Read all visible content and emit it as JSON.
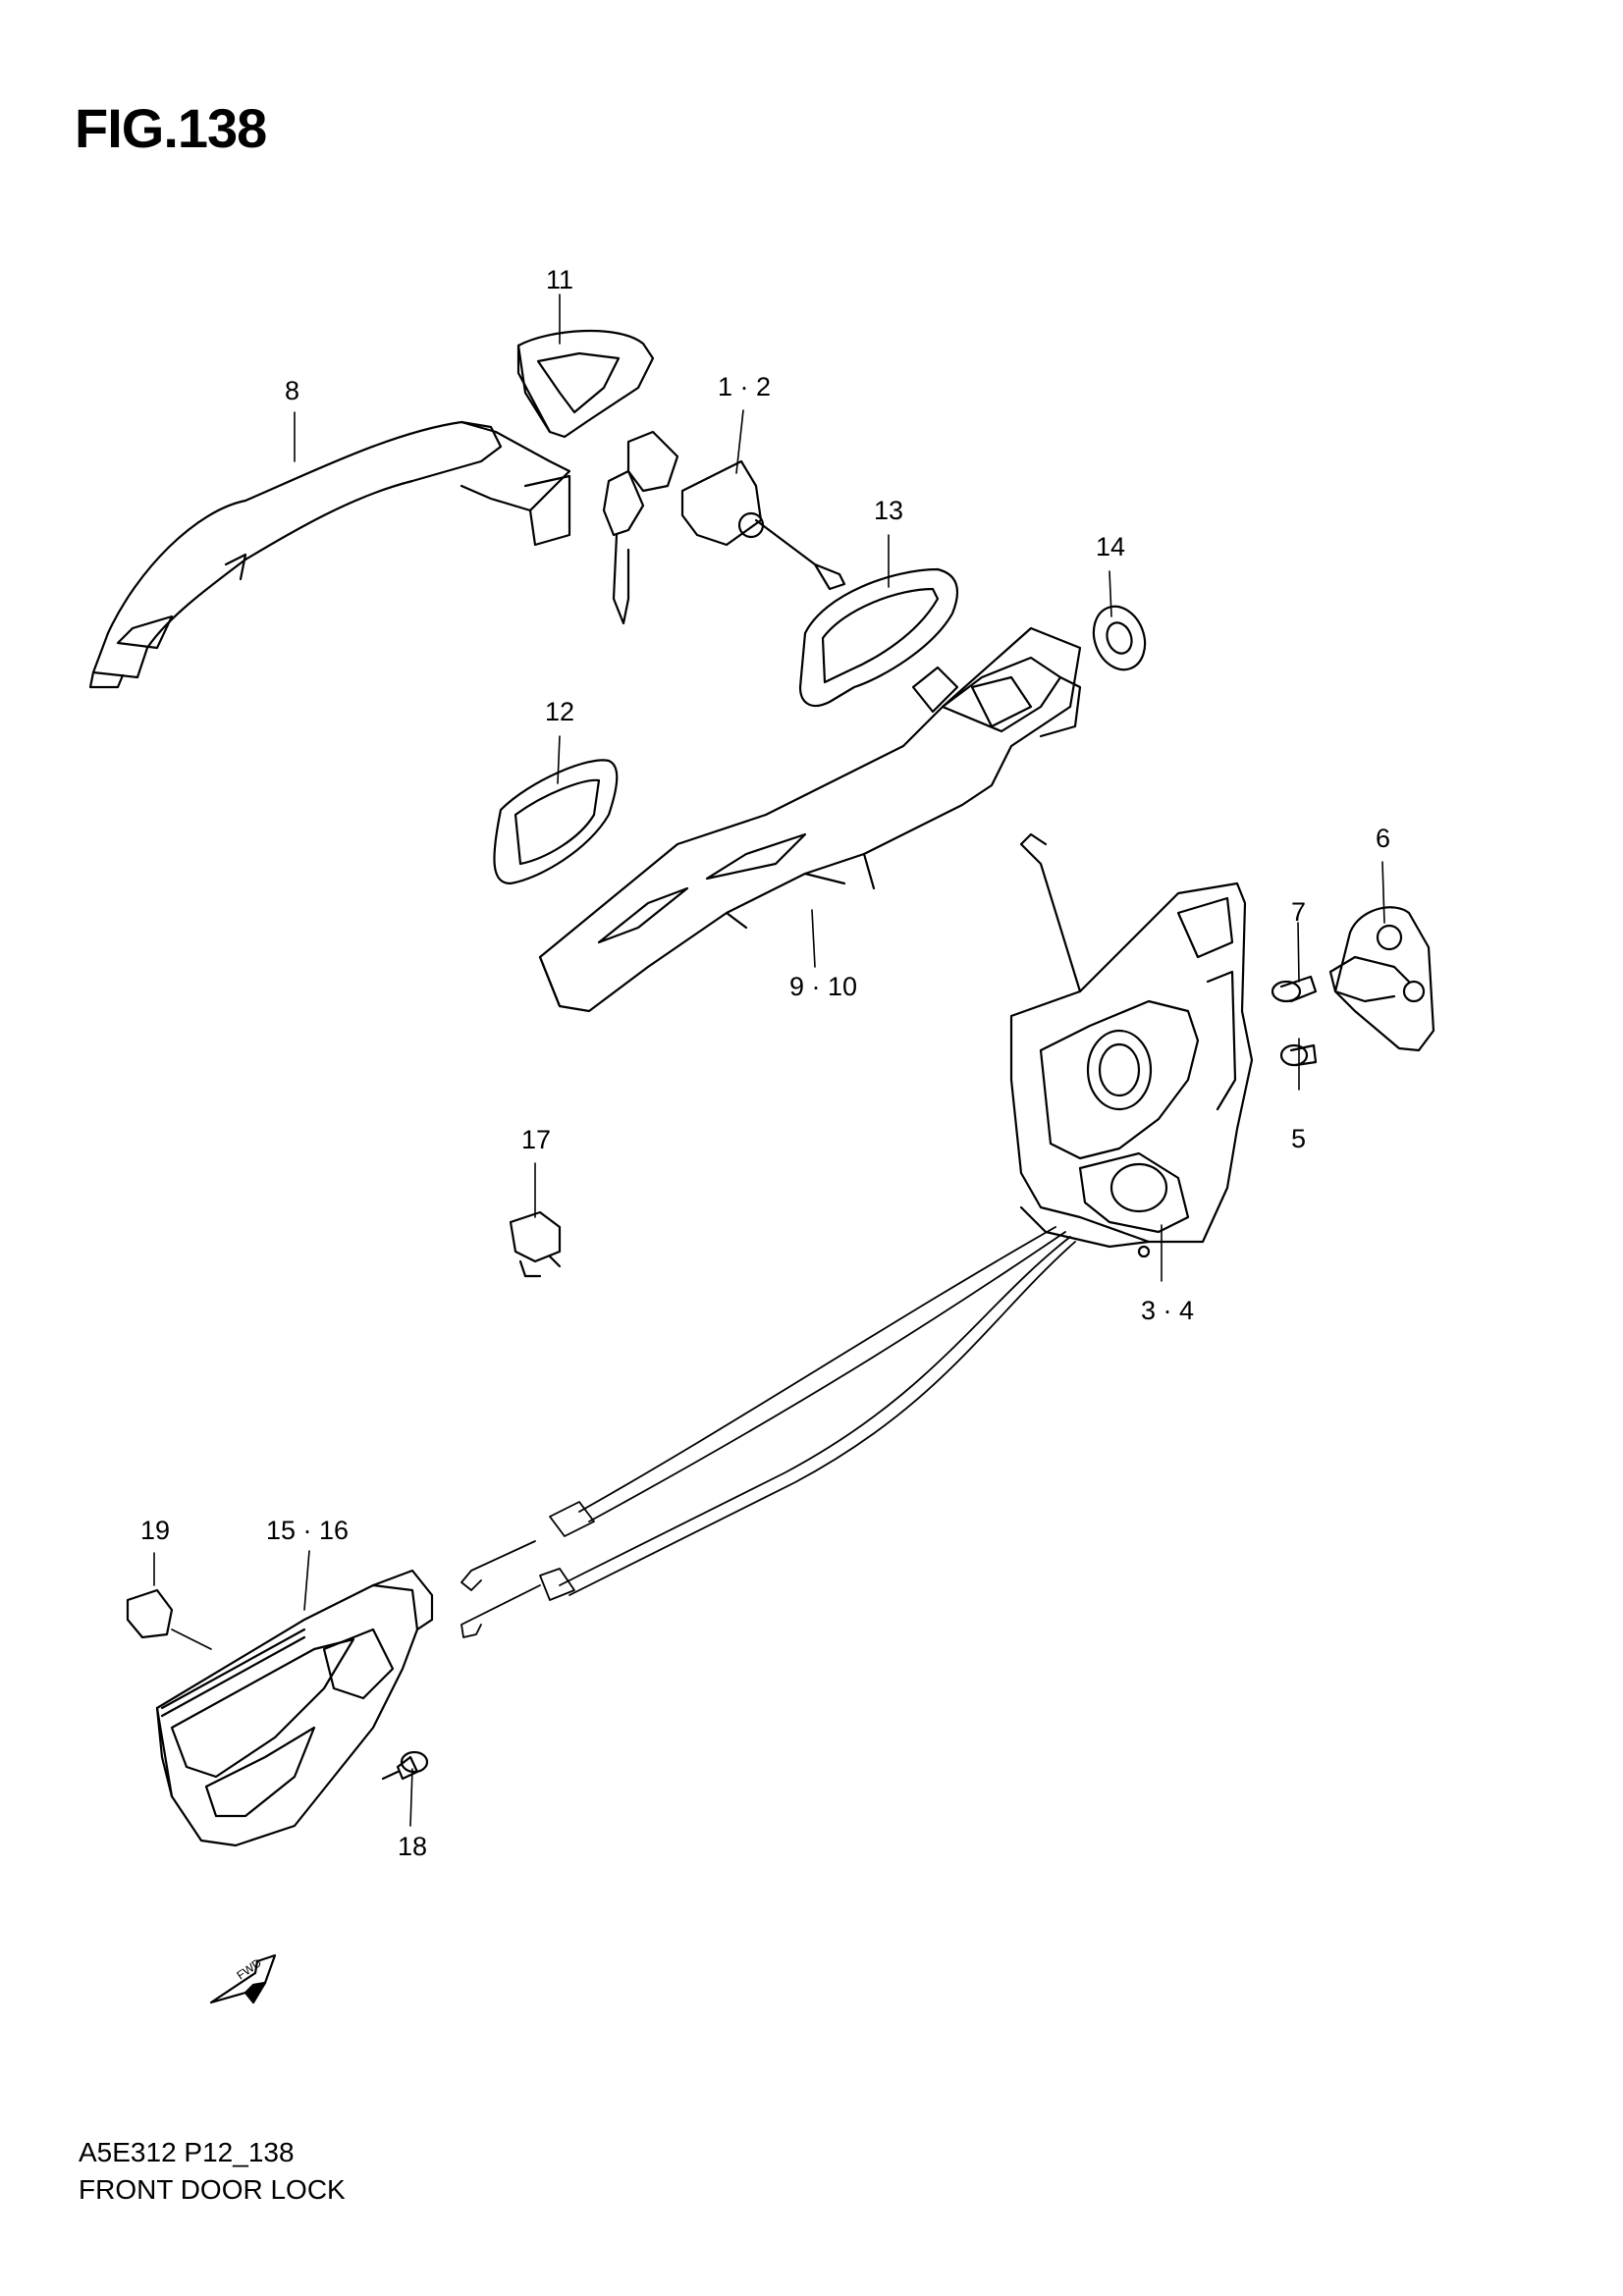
{
  "figure": {
    "title": "FIG.138"
  },
  "callouts": [
    {
      "id": "11",
      "label": "11"
    },
    {
      "id": "8",
      "label": "8"
    },
    {
      "id": "1-2",
      "label": "1 · 2"
    },
    {
      "id": "13",
      "label": "13"
    },
    {
      "id": "14",
      "label": "14"
    },
    {
      "id": "12",
      "label": "12"
    },
    {
      "id": "6",
      "label": "6"
    },
    {
      "id": "7",
      "label": "7"
    },
    {
      "id": "9-10",
      "label": "9 · 10"
    },
    {
      "id": "5",
      "label": "5"
    },
    {
      "id": "17",
      "label": "17"
    },
    {
      "id": "3-4",
      "label": "3 · 4"
    },
    {
      "id": "19",
      "label": "19"
    },
    {
      "id": "15-16",
      "label": "15 · 16"
    },
    {
      "id": "18",
      "label": "18"
    }
  ],
  "fwd_arrow": {
    "label": "FWD"
  },
  "footer": {
    "code": "A5E312 P12_138",
    "description": "FRONT DOOR LOCK"
  }
}
